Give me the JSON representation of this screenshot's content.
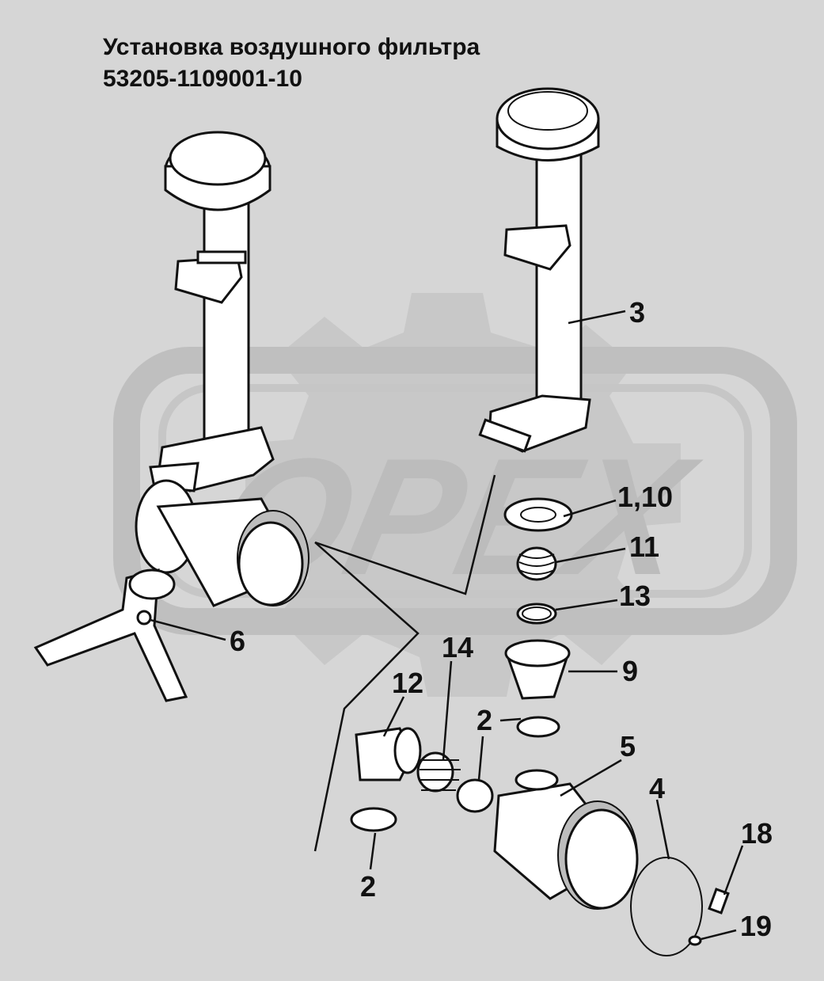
{
  "title": {
    "line1": "Установка воздушного фильтра",
    "line2": "53205-1109001-10"
  },
  "watermark": "OPEX",
  "colors": {
    "background": "#d6d6d6",
    "watermark": "#bfbfbf",
    "ink": "#111111"
  },
  "callouts": {
    "c3": "3",
    "c1_10": "1,10",
    "c11": "11",
    "c13": "13",
    "c9": "9",
    "c6": "6",
    "c14": "14",
    "c12": "12",
    "c2a": "2",
    "c2b": "2",
    "c5": "5",
    "c4": "4",
    "c18": "18",
    "c19": "19"
  }
}
